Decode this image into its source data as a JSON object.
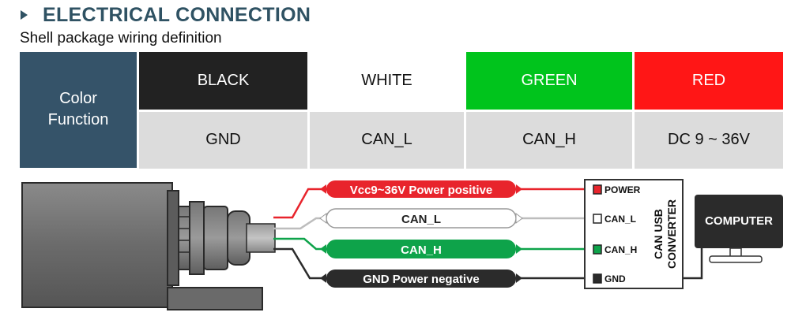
{
  "header": {
    "title": "ELECTRICAL CONNECTION",
    "subtitle": "Shell package wiring definition"
  },
  "table": {
    "corner_label_line1": "Color",
    "corner_label_line2": "Function",
    "columns": [
      {
        "color": "BLACK",
        "function": "GND"
      },
      {
        "color": "WHITE",
        "function": "CAN_L"
      },
      {
        "color": "GREEN",
        "function": "CAN_H"
      },
      {
        "color": "RED",
        "function": "DC 9 ~ 36V"
      }
    ]
  },
  "diagram": {
    "wires": [
      {
        "label": "Vcc9~36V Power positive",
        "pin": "POWER",
        "color": "#e8242c"
      },
      {
        "label": "CAN_L",
        "pin": "CAN_L",
        "color": "#ffffff"
      },
      {
        "label": "CAN_H",
        "pin": "CAN_H",
        "color": "#0ea34a"
      },
      {
        "label": "GND  Power negative",
        "pin": "GND",
        "color": "#2b2b2b"
      }
    ],
    "converter_line1": "CAN USB",
    "converter_line2": "CONVERTER",
    "computer_label": "COMPUTER"
  },
  "colors": {
    "title": "#2f5263",
    "corner": "#355369",
    "black": "#222222",
    "green": "#00c41c",
    "red": "#ff1616",
    "function_row": "#dcdcdc"
  }
}
